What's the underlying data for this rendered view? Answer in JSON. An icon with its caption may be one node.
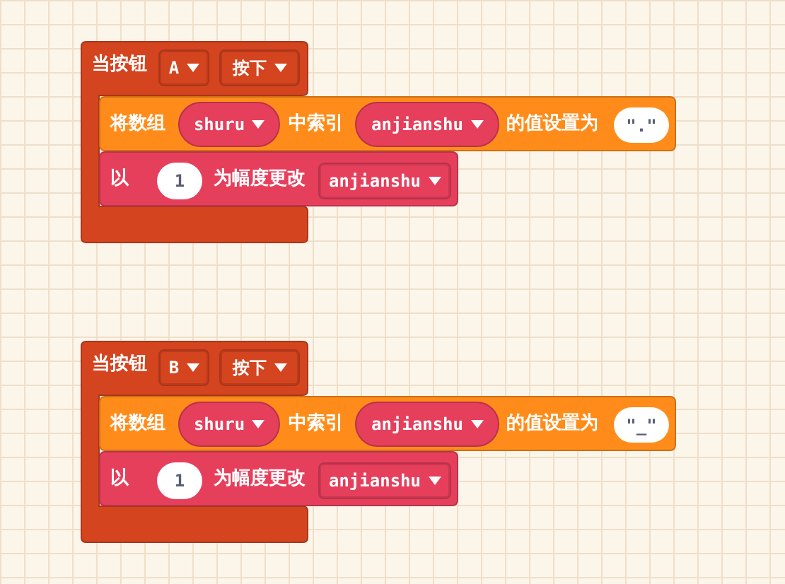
{
  "diagram": {
    "nodes": [
      {
        "text": [
          "当按钮"
        ]
      },
      {
        "text": [
          "A"
        ],
        "in": 0
      },
      {
        "text": [
          "按下"
        ],
        "in": 0
      },
      {
        "text": [
          "将数组",
          "中索引",
          "的值设置为"
        ]
      },
      {
        "text": [
          "shuru"
        ],
        "in": 3
      },
      {
        "text": [
          "anjianshu"
        ],
        "in": 3
      },
      {
        "text": [
          "\".\""
        ],
        "in": 3
      },
      {
        "text": [
          "以",
          "为幅度更改"
        ]
      },
      {
        "text": [
          "1"
        ],
        "in": 7
      },
      {
        "text": [
          "anjianshu"
        ],
        "in": 7
      },
      {
        "text": [
          "当按钮"
        ]
      },
      {
        "text": [
          "B"
        ],
        "in": 10
      },
      {
        "text": [
          "按下"
        ],
        "in": 10
      },
      {
        "text": [
          "将数组",
          "中索引",
          "的值设置为"
        ]
      },
      {
        "text": [
          "shuru"
        ],
        "in": 13
      },
      {
        "text": [
          "anjianshu"
        ],
        "in": 13
      },
      {
        "text": [
          "\"_\""
        ],
        "in": 13
      },
      {
        "text": [
          "以",
          "为幅度更改"
        ]
      },
      {
        "text": [
          "1"
        ],
        "in": 17
      },
      {
        "text": [
          "anjianshu"
        ],
        "in": 17
      }
    ],
    "edges": []
  }
}
